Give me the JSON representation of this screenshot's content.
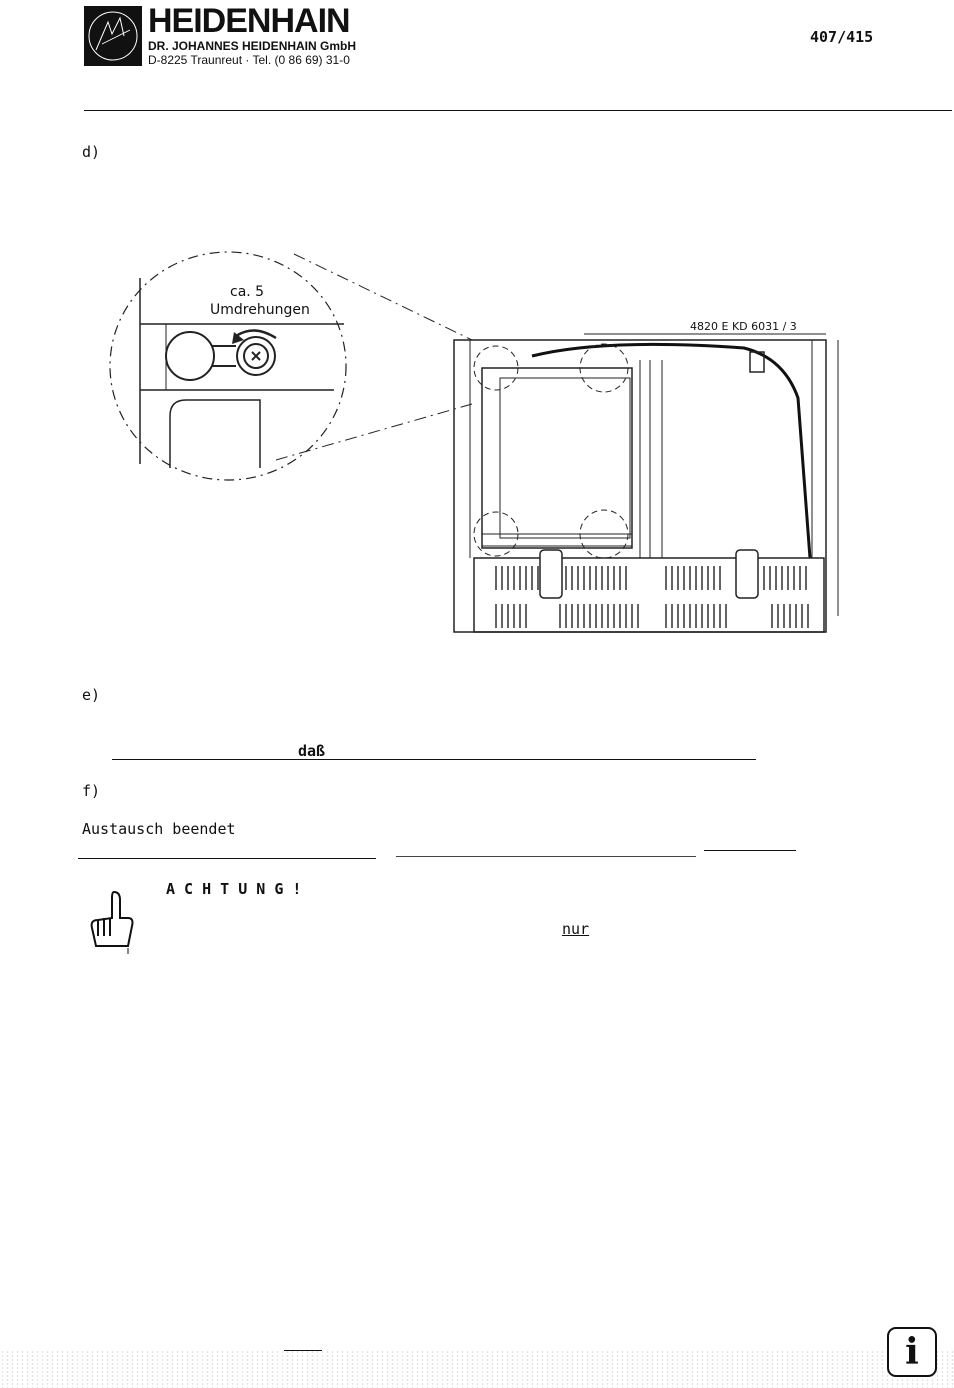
{
  "header": {
    "brand": "HEIDENHAIN",
    "company": "DR. JOHANNES HEIDENHAIN GmbH",
    "address": "D-8225 Traunreut · Tel. (0 86 69) 31-0",
    "doc_number": "407/415"
  },
  "steps": {
    "d": "d)",
    "e": "e)",
    "f": "f)"
  },
  "figure": {
    "callout_line1": "ca. 5",
    "callout_line2": "Umdrehungen",
    "part_number": "4820 E KD 6031 / 3"
  },
  "body": {
    "e_fragment": "daß",
    "f_text": "Austausch beendet"
  },
  "warning": {
    "title": "A C H T U N G !",
    "fragment": "nur"
  },
  "colors": {
    "ink": "#111111",
    "paper": "#ffffff"
  },
  "icons": {
    "logo": "heidenhain-logo-icon",
    "warning": "pointing-hand-icon",
    "info": "info-icon"
  }
}
